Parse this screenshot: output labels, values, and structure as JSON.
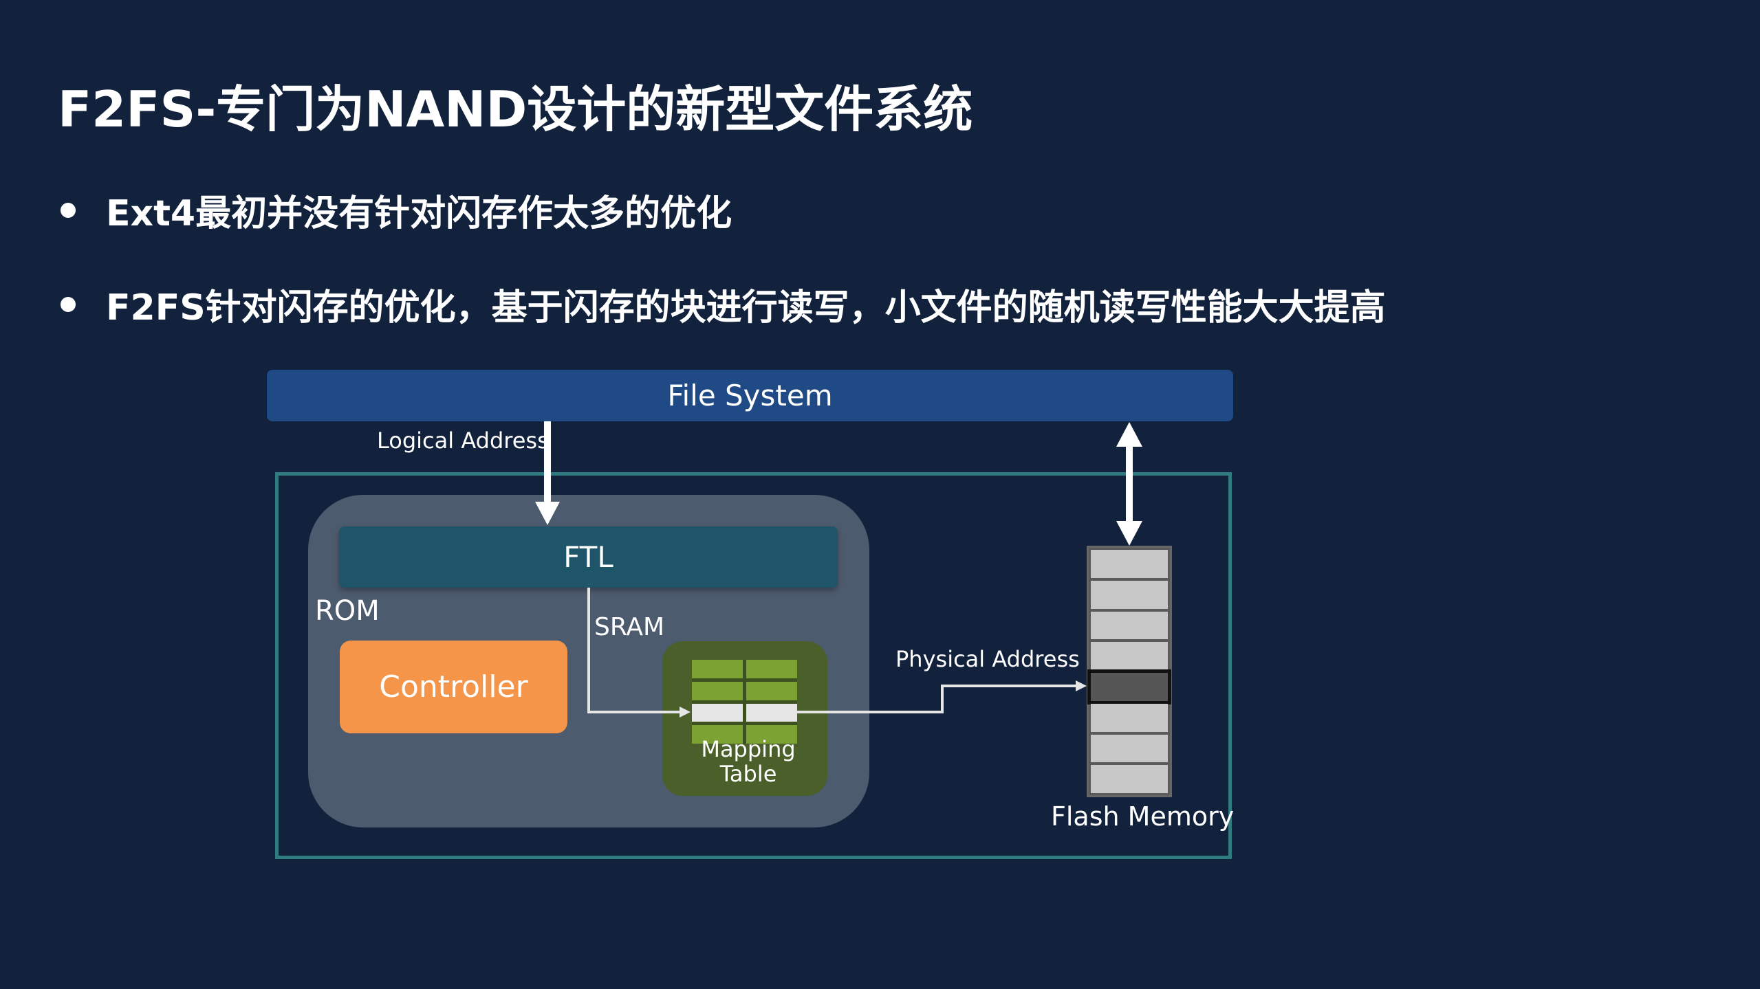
{
  "slide": {
    "title": "F2FS-专门为NAND设计的新型文件系统",
    "bullets": [
      "Ext4最初并没有针对闪存作太多的优化",
      "F2FS针对闪存的优化，基于闪存的块进行读写，小文件的随机读写性能大大提高"
    ]
  },
  "diagram": {
    "file_system": "File System",
    "logical_address": "Logical Address",
    "ftl": "FTL",
    "rom": "ROM",
    "sram": "SRAM",
    "controller": "Controller",
    "mapping_table_line1": "Mapping",
    "mapping_table_line2": "Table",
    "physical_address": "Physical Address",
    "flash_memory": "Flash Memory"
  },
  "colors": {
    "background": "#12223c",
    "file_system_bar": "#1f4a85",
    "ftl_bar": "#1f5568",
    "controller": "#f4954a",
    "mapping_table": "#4b5f2a",
    "frame": "#2f7b80"
  }
}
